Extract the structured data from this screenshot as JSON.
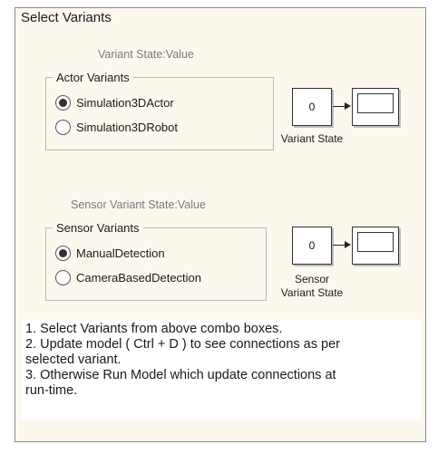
{
  "panel": {
    "title": "Select Variants"
  },
  "actor_section": {
    "state_label": "Variant State:Value",
    "group_label": "Actor Variants",
    "options": [
      {
        "label": "Simulation3DActor",
        "selected": true
      },
      {
        "label": "Simulation3DRobot",
        "selected": false
      }
    ],
    "constant_value": "0",
    "caption": "Variant State"
  },
  "sensor_section": {
    "state_label": "Sensor Variant State:Value",
    "group_label": "Sensor Variants",
    "options": [
      {
        "label": "ManualDetection",
        "selected": true
      },
      {
        "label": "CameraBasedDetection",
        "selected": false
      }
    ],
    "constant_value": "0",
    "caption_line1": "Sensor",
    "caption_line2": "Variant State"
  },
  "notes": {
    "line1": "1. Select Variants from above combo boxes.",
    "line2": "2. Update model ( Ctrl + D ) to see connections as per",
    "line3": "selected variant.",
    "line4": "3. Otherwise Run Model which update connections at",
    "line5": "run-time."
  }
}
